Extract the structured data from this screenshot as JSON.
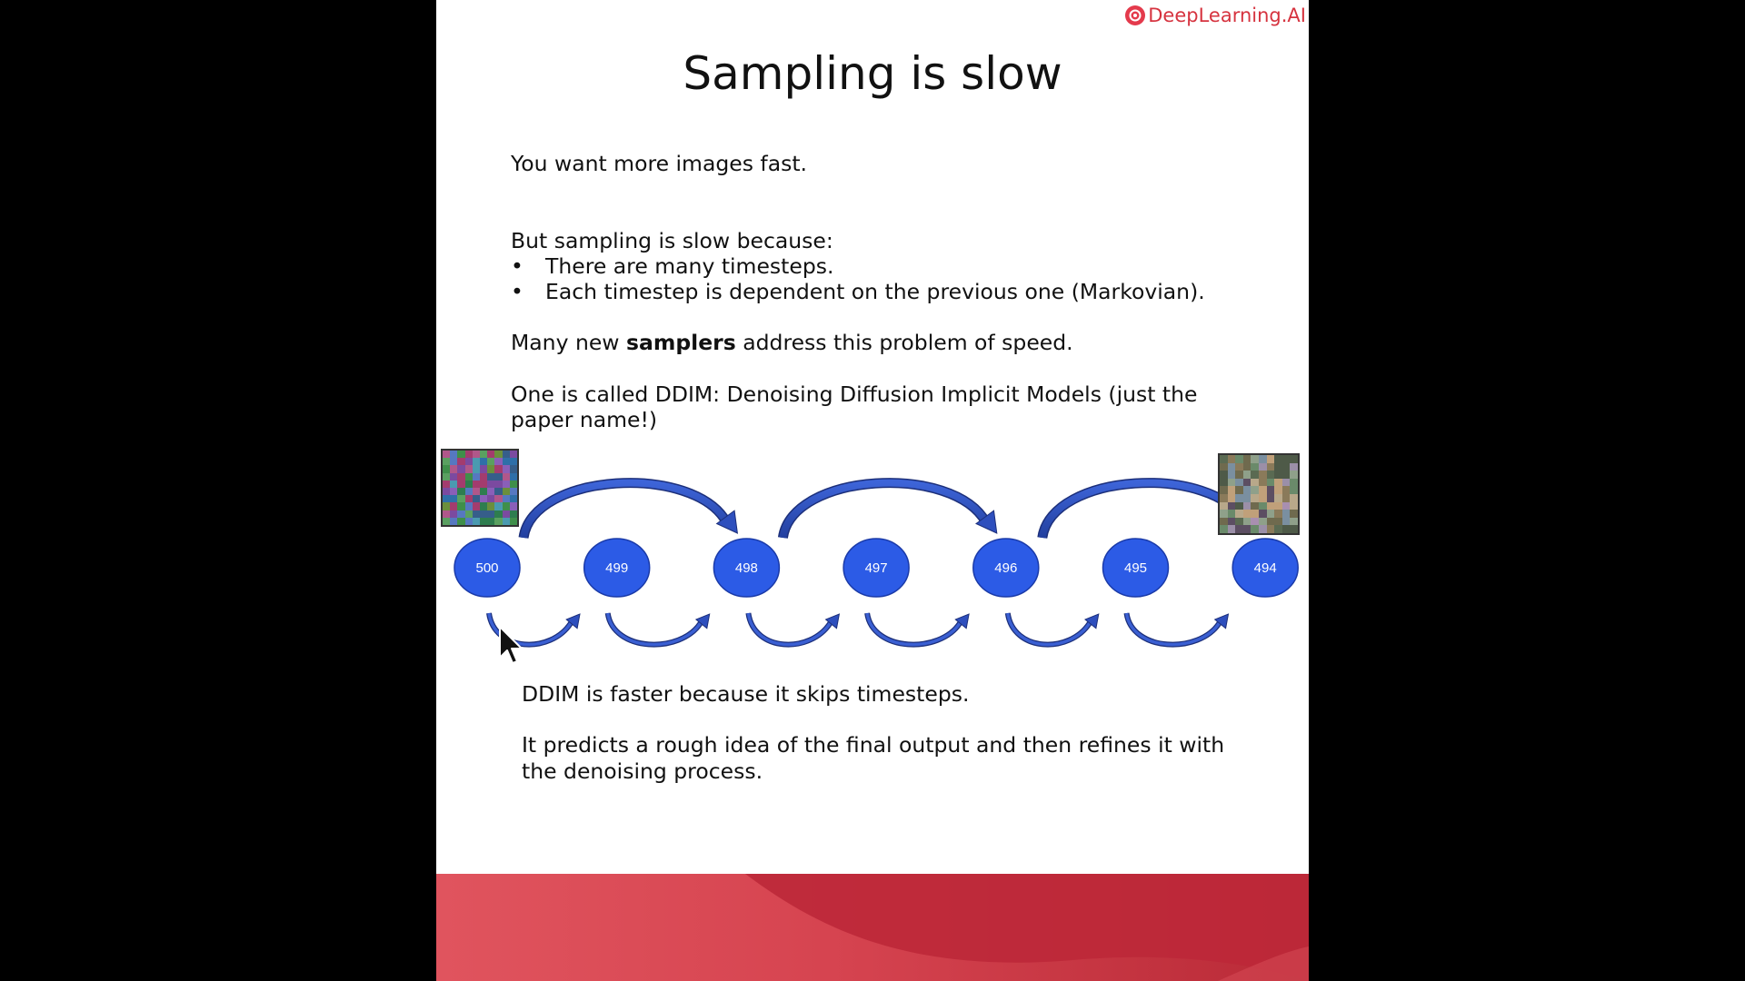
{
  "brand": {
    "name": "DeepLearning.AI",
    "color": "#d6333f"
  },
  "slide": {
    "title": "Sampling is slow",
    "intro": "You want more images fast.",
    "reason_heading": "But sampling is slow because:",
    "bullet_marker": "•",
    "bullets": [
      "There are many timesteps.",
      "Each timestep is dependent on the previous one (Markovian)."
    ],
    "samplers_prefix": "Many new ",
    "samplers_bold": "samplers",
    "samplers_suffix": " address this problem of speed.",
    "ddim_line1": "One is called DDIM: Denoising Diffusion Implicit Models (just the",
    "ddim_line2": "paper name!)",
    "faster": "DDIM is faster because it skips timesteps.",
    "predict_line1": "It predicts a rough idea of the final output and then refines it with",
    "predict_line2": "the denoising process."
  },
  "diagram": {
    "timesteps": [
      "500",
      "499",
      "498",
      "497",
      "496",
      "495",
      "494"
    ],
    "node_color": "#2c5be6",
    "arrow_color": "#2e4fbd"
  }
}
